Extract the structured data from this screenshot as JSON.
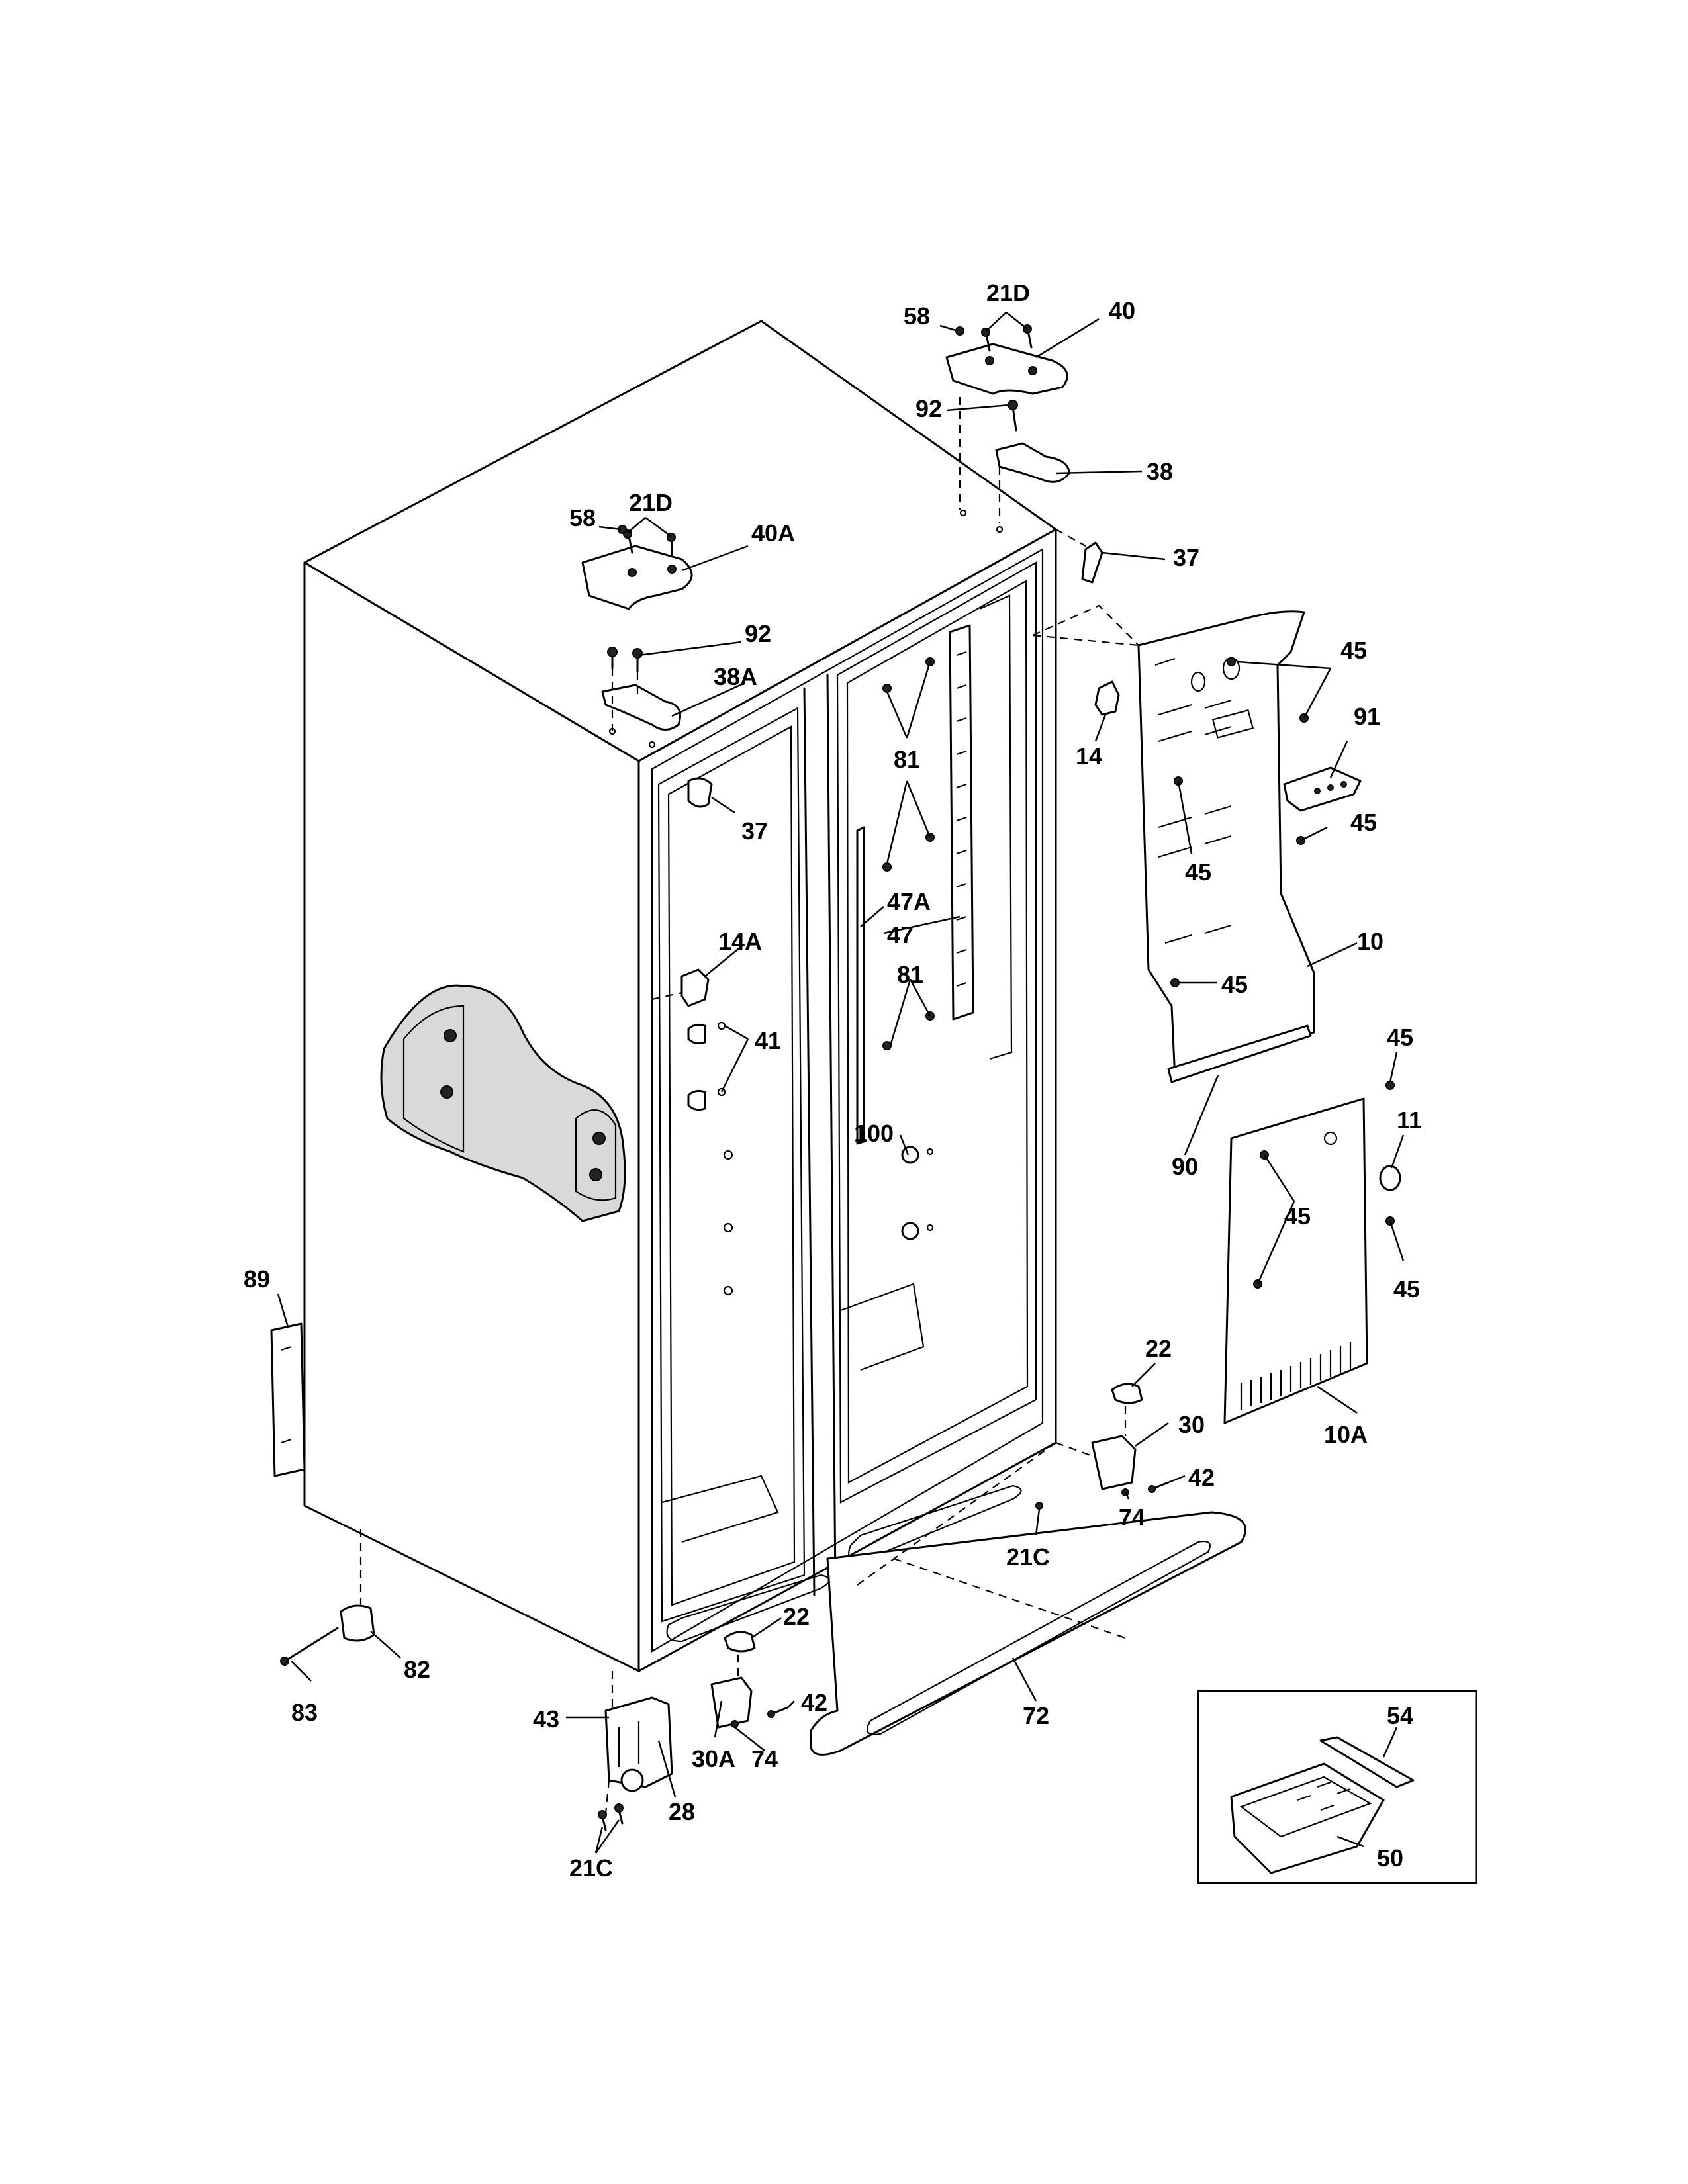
{
  "callouts": [
    {
      "id": "c-58-top",
      "text": "58"
    },
    {
      "id": "c-21d-top",
      "text": "21D"
    },
    {
      "id": "c-40",
      "text": "40"
    },
    {
      "id": "c-92-top",
      "text": "92"
    },
    {
      "id": "c-38",
      "text": "38"
    },
    {
      "id": "c-37-top",
      "text": "37"
    },
    {
      "id": "c-58-left",
      "text": "58"
    },
    {
      "id": "c-21d-left",
      "text": "21D"
    },
    {
      "id": "c-40a",
      "text": "40A"
    },
    {
      "id": "c-92-left",
      "text": "92"
    },
    {
      "id": "c-38a",
      "text": "38A"
    },
    {
      "id": "c-45-a",
      "text": "45"
    },
    {
      "id": "c-91",
      "text": "91"
    },
    {
      "id": "c-14",
      "text": "14"
    },
    {
      "id": "c-81-top",
      "text": "81"
    },
    {
      "id": "c-37-left",
      "text": "37"
    },
    {
      "id": "c-45-b",
      "text": "45"
    },
    {
      "id": "c-45-c",
      "text": "45"
    },
    {
      "id": "c-47a",
      "text": "47A"
    },
    {
      "id": "c-47",
      "text": "47"
    },
    {
      "id": "c-10",
      "text": "10"
    },
    {
      "id": "c-14a",
      "text": "14A"
    },
    {
      "id": "c-45-d",
      "text": "45"
    },
    {
      "id": "c-81-bottom",
      "text": "81"
    },
    {
      "id": "c-45-e",
      "text": "45"
    },
    {
      "id": "c-41",
      "text": "41"
    },
    {
      "id": "c-11",
      "text": "11"
    },
    {
      "id": "c-100",
      "text": "100"
    },
    {
      "id": "c-90",
      "text": "90"
    },
    {
      "id": "c-45-f",
      "text": "45"
    },
    {
      "id": "c-45-g",
      "text": "45"
    },
    {
      "id": "c-89",
      "text": "89"
    },
    {
      "id": "c-22-right",
      "text": "22"
    },
    {
      "id": "c-30",
      "text": "30"
    },
    {
      "id": "c-10a",
      "text": "10A"
    },
    {
      "id": "c-42-right",
      "text": "42"
    },
    {
      "id": "c-74-right",
      "text": "74"
    },
    {
      "id": "c-21c-right",
      "text": "21C"
    },
    {
      "id": "c-22-left",
      "text": "22"
    },
    {
      "id": "c-82",
      "text": "82"
    },
    {
      "id": "c-83",
      "text": "83"
    },
    {
      "id": "c-42-left",
      "text": "42"
    },
    {
      "id": "c-72",
      "text": "72"
    },
    {
      "id": "c-43",
      "text": "43"
    },
    {
      "id": "c-54",
      "text": "54"
    },
    {
      "id": "c-30a",
      "text": "30A"
    },
    {
      "id": "c-74-left",
      "text": "74"
    },
    {
      "id": "c-28",
      "text": "28"
    },
    {
      "id": "c-50",
      "text": "50"
    },
    {
      "id": "c-21c-left",
      "text": "21C"
    }
  ]
}
